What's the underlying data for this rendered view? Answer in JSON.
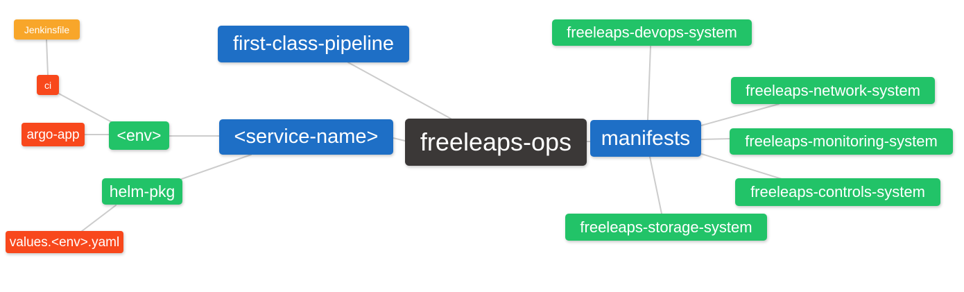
{
  "palette": {
    "blue": "#1e6fc6",
    "green": "#22c368",
    "orange": "#f8a62a",
    "red": "#f8481c",
    "dark": "#3b3837",
    "edge": "#cccccc",
    "text": "#ffffff",
    "background": "#ffffff"
  },
  "nodes": {
    "freeleaps_ops": {
      "label": "freeleaps-ops",
      "color": "dark"
    },
    "first_class_pipeline": {
      "label": "first-class-pipeline",
      "color": "blue"
    },
    "service_name": {
      "label": "<service-name>",
      "color": "blue"
    },
    "manifests": {
      "label": "manifests",
      "color": "blue"
    },
    "env": {
      "label": "<env>",
      "color": "green"
    },
    "helm_pkg": {
      "label": "helm-pkg",
      "color": "green"
    },
    "ci": {
      "label": "ci",
      "color": "red"
    },
    "argo_app": {
      "label": "argo-app",
      "color": "red"
    },
    "jenkinsfile": {
      "label": "Jenkinsfile",
      "color": "orange"
    },
    "values_env_yaml": {
      "label": "values.<env>.yaml",
      "color": "red"
    },
    "devops": {
      "label": "freeleaps-devops-system",
      "color": "green"
    },
    "network": {
      "label": "freeleaps-network-system",
      "color": "green"
    },
    "monitoring": {
      "label": "freeleaps-monitoring-system",
      "color": "green"
    },
    "controls": {
      "label": "freeleaps-controls-system",
      "color": "green"
    },
    "storage": {
      "label": "freeleaps-storage-system",
      "color": "green"
    }
  },
  "edges": [
    {
      "from": "jenkinsfile",
      "to": "ci"
    },
    {
      "from": "ci",
      "to": "env"
    },
    {
      "from": "argo_app",
      "to": "env"
    },
    {
      "from": "env",
      "to": "service_name"
    },
    {
      "from": "helm_pkg",
      "to": "service_name"
    },
    {
      "from": "values_env_yaml",
      "to": "helm_pkg"
    },
    {
      "from": "first_class_pipeline",
      "to": "freeleaps_ops"
    },
    {
      "from": "service_name",
      "to": "freeleaps_ops"
    },
    {
      "from": "freeleaps_ops",
      "to": "manifests"
    },
    {
      "from": "manifests",
      "to": "devops"
    },
    {
      "from": "manifests",
      "to": "network"
    },
    {
      "from": "manifests",
      "to": "monitoring"
    },
    {
      "from": "manifests",
      "to": "controls"
    },
    {
      "from": "manifests",
      "to": "storage"
    }
  ]
}
